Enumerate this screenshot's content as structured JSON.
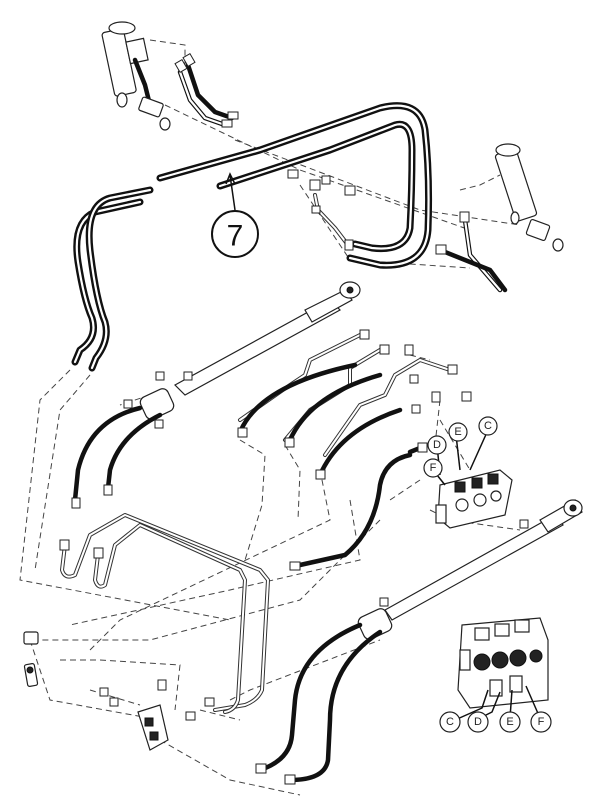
{
  "reference": {
    "label": "7"
  },
  "callouts_main": [
    {
      "id": "D",
      "label": "D"
    },
    {
      "id": "E",
      "label": "E"
    },
    {
      "id": "C",
      "label": "C"
    },
    {
      "id": "F",
      "label": "F"
    }
  ],
  "callouts_inset": [
    {
      "id": "C",
      "label": "C"
    },
    {
      "id": "D",
      "label": "D"
    },
    {
      "id": "E",
      "label": "E"
    },
    {
      "id": "F",
      "label": "F"
    }
  ]
}
